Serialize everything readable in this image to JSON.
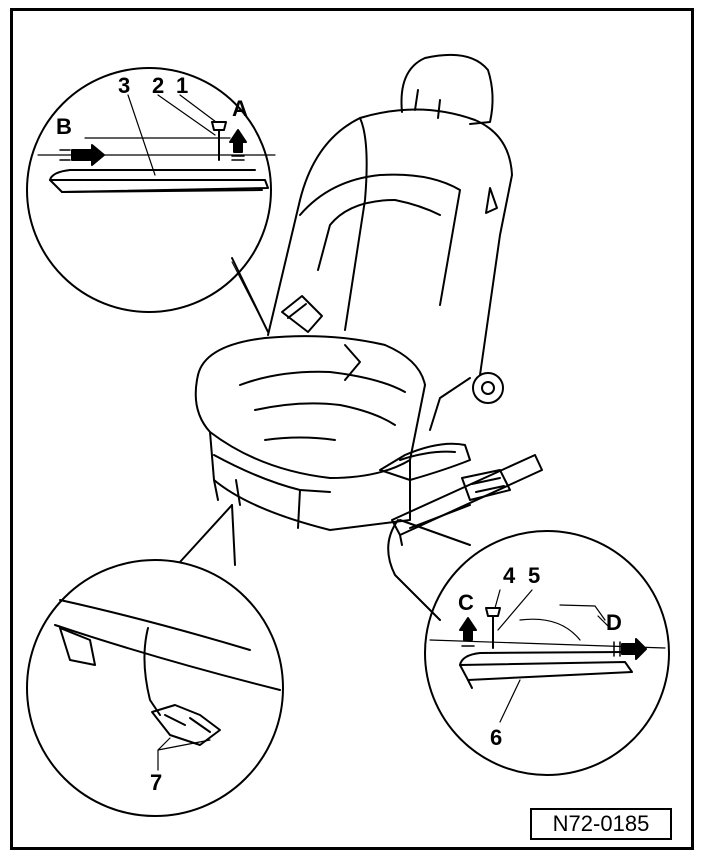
{
  "callouts": {
    "label_1": "1",
    "label_2": "2",
    "label_3": "3",
    "label_4": "4",
    "label_5": "5",
    "label_6": "6",
    "label_7": "7",
    "label_a": "A",
    "label_b": "B",
    "label_c": "C",
    "label_d": "D"
  },
  "figure_ref": "N72-0185",
  "colors": {
    "ink": "#000000",
    "paper": "#ffffff"
  }
}
